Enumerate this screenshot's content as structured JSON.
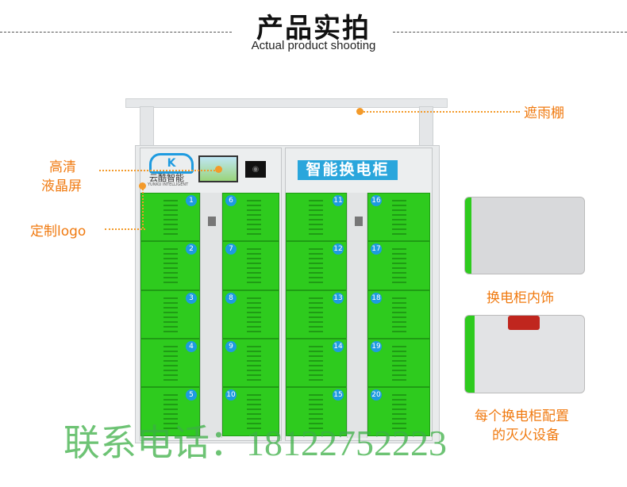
{
  "header": {
    "title": "产品实拍",
    "subtitle": "Actual product shooting"
  },
  "annotations": {
    "canopy": "遮雨棚",
    "screen_line1": "高清",
    "screen_line2": "液晶屏",
    "logo": "定制logo",
    "interior": "换电柜内饰",
    "extinguisher_line1": "每个换电柜配置",
    "extinguisher_line2": "的灭火设备"
  },
  "cabinet": {
    "logo_text": "云酷智能",
    "logo_sub": "YUNKU INTELLIGENT",
    "sign": "智能换电柜",
    "doors": [
      "1",
      "2",
      "3",
      "4",
      "5",
      "6",
      "7",
      "8",
      "9",
      "10",
      "11",
      "12",
      "13",
      "14",
      "15",
      "16",
      "17",
      "18",
      "19",
      "20"
    ],
    "door_color": "#2ecb1e",
    "badge_color": "#1e9be0"
  },
  "watermark": "联系电话：18122752223",
  "colors": {
    "annotation": "#f07a10"
  }
}
